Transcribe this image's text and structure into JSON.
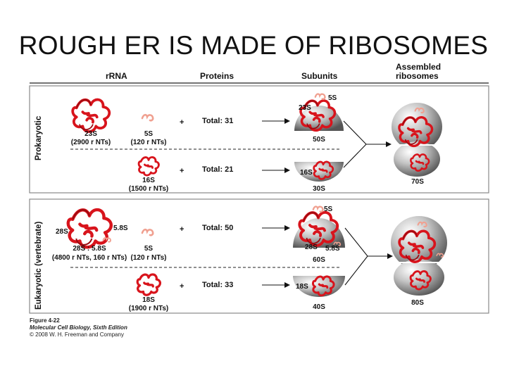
{
  "title": "ROUGH ER IS MADE OF RIBOSOMES",
  "headers": {
    "rrna": "rRNA",
    "proteins": "Proteins",
    "subunits": "Subunits",
    "assembled_1": "Assembled",
    "assembled_2": "ribosomes"
  },
  "prokaryotic": {
    "side_label": "Prokaryotic",
    "large_rrna": "23S",
    "large_rrna_nts": "(2900 r NTs)",
    "small_5s": "5S",
    "small_5s_nts": "(120 r NTs)",
    "large_plus": "+",
    "large_total": "Total: 31",
    "small_rrna": "16S",
    "small_rrna_nts": "(1500 r NTs)",
    "small_plus": "+",
    "small_total": "Total: 21",
    "large_subunit_tag_5s": "5S",
    "large_subunit_tag_23s": "23S",
    "large_subunit": "50S",
    "small_subunit_tag": "16S",
    "small_subunit": "30S",
    "assembled": "70S"
  },
  "eukaryotic": {
    "side_label": "Eukaryotic (vertebrate)",
    "large_rrna": "28S",
    "large_58s": "5.8S",
    "large_rrna_pair": "28S : 5.8S",
    "large_rrna_nts": "(4800 r NTs, 160 r NTs)",
    "small_5s": "5S",
    "small_5s_nts": "(120 r NTs)",
    "large_plus": "+",
    "large_total": "Total: 50",
    "small_rrna": "18S",
    "small_rrna_nts": "(1900 r NTs)",
    "small_plus": "+",
    "small_total": "Total: 33",
    "large_subunit_tag_5s": "5S",
    "large_subunit_tag_28s": "28S",
    "large_subunit_tag_58s": "5.8S",
    "large_subunit": "60S",
    "small_subunit_tag": "18S",
    "small_subunit": "40S",
    "assembled": "80S"
  },
  "caption": {
    "figure": "Figure 4-22",
    "book": "Molecular Cell Biology, Sixth Edition",
    "copyright": "© 2008 W. H. Freeman and Company"
  }
}
